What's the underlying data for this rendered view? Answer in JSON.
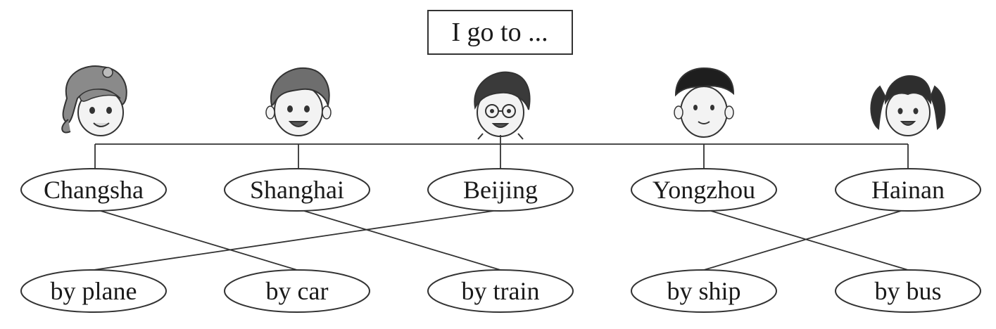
{
  "title": "I go to ...",
  "cities": [
    "Changsha",
    "Shanghai",
    "Beijing",
    "Yongzhou",
    "Hainan"
  ],
  "transport": [
    "by plane",
    "by car",
    "by train",
    "by ship",
    "by bus"
  ],
  "children": [
    {
      "icon": "girl-ponytail-face-icon"
    },
    {
      "icon": "boy-face-icon"
    },
    {
      "icon": "boy-glasses-face-icon"
    },
    {
      "icon": "boy-short-hair-face-icon"
    },
    {
      "icon": "girl-pigtails-face-icon"
    }
  ],
  "matches": [
    {
      "city": "Changsha",
      "transport": "by car"
    },
    {
      "city": "Shanghai",
      "transport": "by train"
    },
    {
      "city": "Beijing",
      "transport": "by plane"
    },
    {
      "city": "Yongzhou",
      "transport": "by bus"
    },
    {
      "city": "Hainan",
      "transport": "by ship"
    }
  ]
}
